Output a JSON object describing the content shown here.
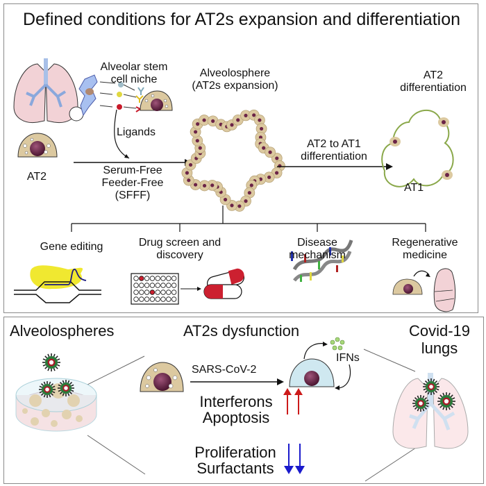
{
  "top_panel": {
    "title": "Defined conditions for AT2s expansion and differentiation",
    "niche_label_line1": "Alveolar stem",
    "niche_label_line2": "cell niche",
    "ligands_label": "Ligands",
    "at2_label": "AT2",
    "culture_line1": "Serum-Free",
    "culture_line2": "Feeder-Free",
    "culture_line3": "(SFFF)",
    "alveolosphere_line1": "Alveolosphere",
    "alveolosphere_line2": "(AT2s expansion)",
    "arrow2_line1": "AT2 to AT1",
    "arrow2_line2": "differentiation",
    "diff_line1": "AT2",
    "diff_line2": "differentiation",
    "at1_label": "AT1",
    "applications": [
      {
        "line1": "Gene editing",
        "line2": ""
      },
      {
        "line1": "Drug screen and",
        "line2": "discovery"
      },
      {
        "line1": "Disease",
        "line2": "mechanism"
      },
      {
        "line1": "Regenerative",
        "line2": "medicine"
      }
    ]
  },
  "bottom_panel": {
    "alveolospheres_label": "Alveolospheres",
    "dysfunction_title": "AT2s dysfunction",
    "virus_label": "SARS-CoV-2",
    "ifn_label": "IFNs",
    "up_line1": "Interferons",
    "up_line2": "Apoptosis",
    "down_line1": "Proliferation",
    "down_line2": "Surfactants",
    "covid_line1": "Covid-19",
    "covid_line2": "lungs"
  },
  "colors": {
    "cell_body": "#dcc9a0",
    "nucleus": "#6b2447",
    "lung_pink": "#f2d2d6",
    "airway_blue": "#a8c0e8",
    "at1_green": "#8aa84a",
    "up_red": "#cc1a1a",
    "down_blue": "#1a1acc",
    "infected_cell": "#cfe8f0",
    "ifn_green": "#a8d87a"
  }
}
